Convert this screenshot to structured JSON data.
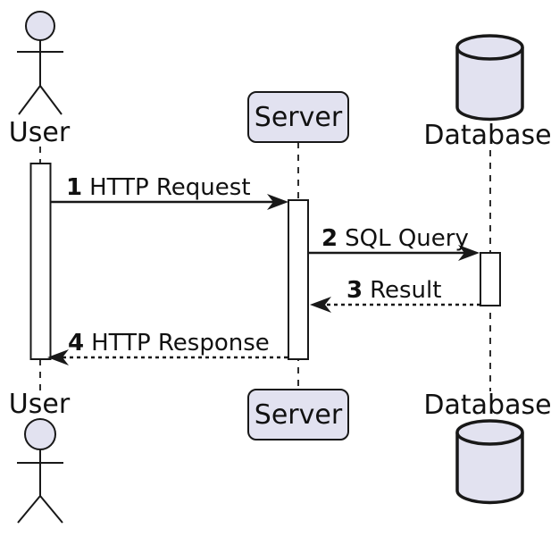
{
  "diagram": {
    "kind": "uml-sequence-diagram",
    "participants": [
      {
        "name": "User",
        "type": "actor"
      },
      {
        "name": "Server",
        "type": "participant"
      },
      {
        "name": "Database",
        "type": "database"
      }
    ],
    "messages": [
      {
        "seq": "1",
        "label": "HTTP Request",
        "from": "User",
        "to": "Server",
        "line": "solid"
      },
      {
        "seq": "2",
        "label": "SQL Query",
        "from": "Server",
        "to": "Database",
        "line": "solid"
      },
      {
        "seq": "3",
        "label": "Result",
        "from": "Database",
        "to": "Server",
        "line": "dashed"
      },
      {
        "seq": "4",
        "label": "HTTP Response",
        "from": "Server",
        "to": "User",
        "line": "dashed"
      }
    ],
    "colors": {
      "participant_fill": "#E2E2F0",
      "stroke": "#181818",
      "activation_fill": "#FFFFFF",
      "text": "#111111",
      "background": "#FFFFFF"
    }
  }
}
